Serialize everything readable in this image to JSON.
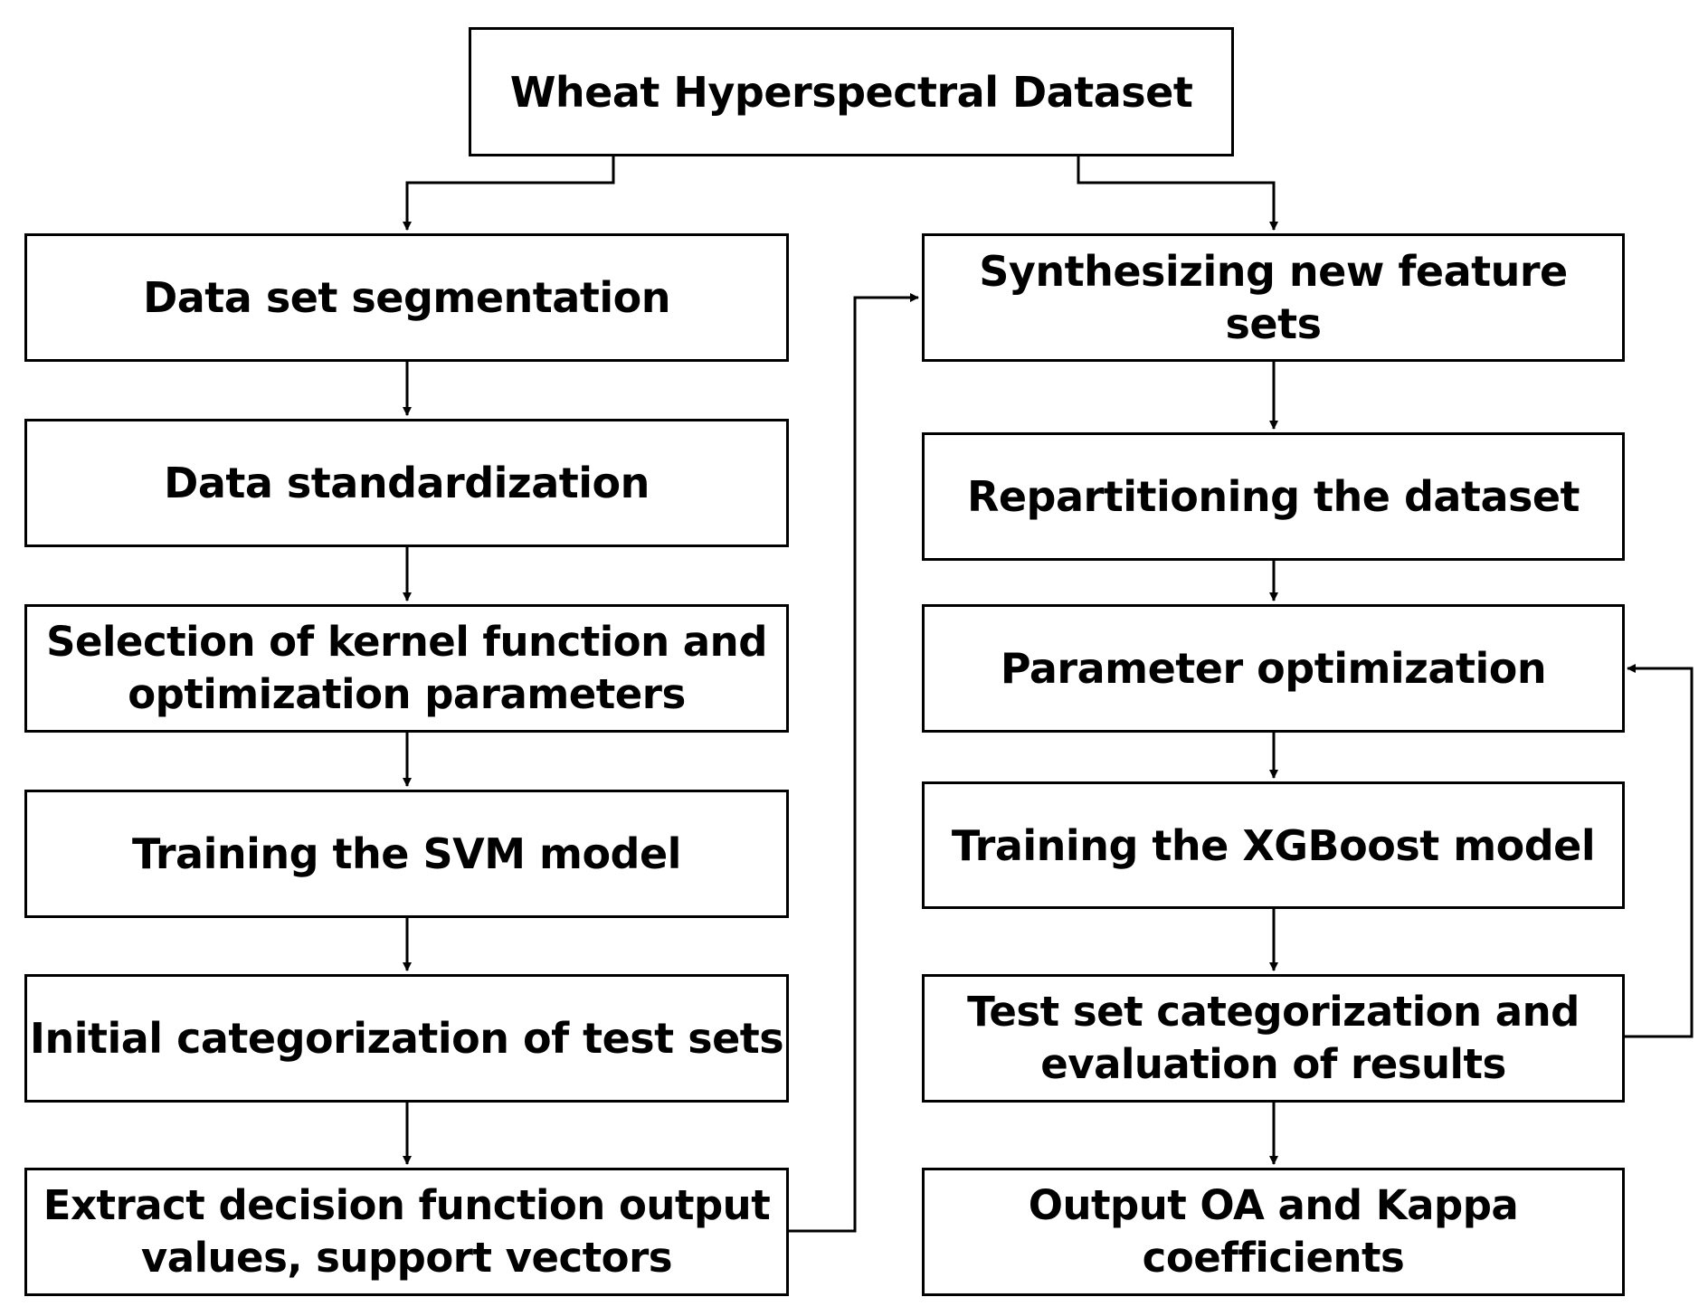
{
  "diagram": {
    "root": {
      "label": "Wheat Hyperspectral Dataset"
    },
    "left_column": [
      {
        "label": "Data set segmentation"
      },
      {
        "label": "Data standardization"
      },
      {
        "label": "Selection of kernel function and\noptimization parameters"
      },
      {
        "label": "Training the SVM model"
      },
      {
        "label": "Initial categorization of test sets"
      },
      {
        "label": "Extract decision function output\nvalues, support vectors"
      }
    ],
    "right_column": [
      {
        "label": "Synthesizing new feature sets"
      },
      {
        "label": "Repartitioning the dataset"
      },
      {
        "label": "Parameter optimization"
      },
      {
        "label": "Training the XGBoost model"
      },
      {
        "label": "Test set categorization and\nevaluation of results"
      },
      {
        "label": "Output OA and Kappa\ncoefficients"
      }
    ],
    "colors": {
      "line": "#000000",
      "box_fill": "#ffffff"
    }
  }
}
